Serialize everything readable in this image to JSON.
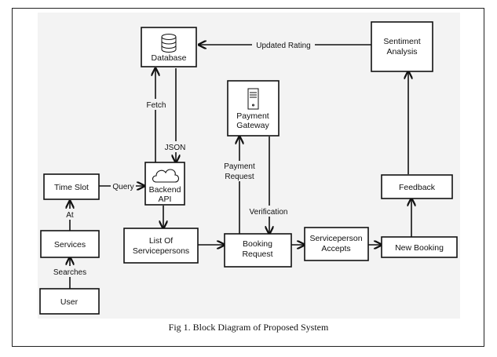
{
  "caption": "Fig 1. Block Diagram of Proposed System",
  "nodes": {
    "database": "Database",
    "sentiment_line1": "Sentiment",
    "sentiment_line2": "Analysis",
    "payment_line1": "Payment",
    "payment_line2": "Gateway",
    "time_slot": "Time Slot",
    "backend_line1": "Backend",
    "backend_line2": "API",
    "feedback": "Feedback",
    "services": "Services",
    "list_line1": "List Of",
    "list_line2": "Servicepersons",
    "booking_line1": "Booking",
    "booking_line2": "Request",
    "accepts_line1": "Serviceperson",
    "accepts_line2": "Accepts",
    "new_booking": "New Booking",
    "user": "User"
  },
  "edges": {
    "updated_rating": "Updated Rating",
    "fetch": "Fetch",
    "json": "JSON",
    "payment_request_line1": "Payment",
    "payment_request_line2": "Request",
    "verification": "Verification",
    "query": "Query",
    "at": "At",
    "searches": "Searches"
  }
}
